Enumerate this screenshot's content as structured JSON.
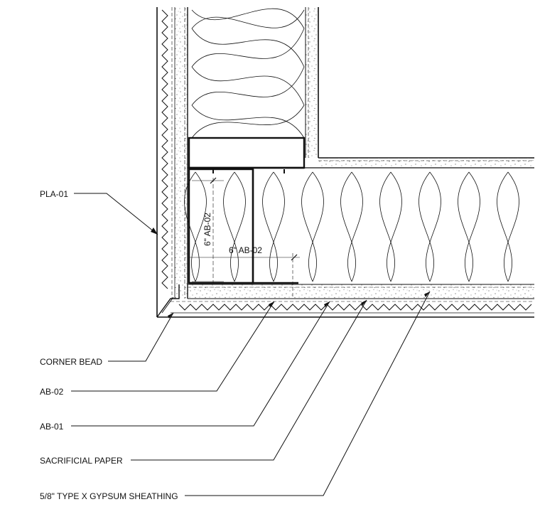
{
  "labels": {
    "pla": "PLA-01",
    "corner_bead": "CORNER BEAD",
    "ab02": "AB-02",
    "ab01": "AB-01",
    "sacrificial_paper": "SACRIFICIAL PAPER",
    "gypsum": "5/8\" TYPE X GYPSUM SHEATHING"
  },
  "dimensions": {
    "vertical": "6\" AB-02",
    "horizontal": "6\" AB-02"
  },
  "colors": {
    "line": "#111111",
    "speckle": "#555555",
    "paper": "#ffffff"
  }
}
